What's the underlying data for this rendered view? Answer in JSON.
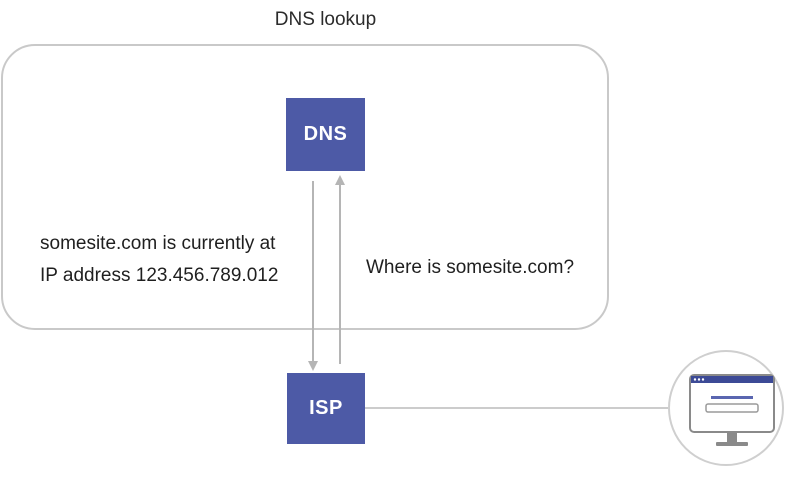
{
  "diagram": {
    "title": "DNS lookup",
    "nodes": {
      "dns": "DNS",
      "isp": "ISP"
    },
    "labels": {
      "response_line1": "somesite.com is currently at",
      "response_line2": "IP address 123.456.789.012",
      "query": "Where is somesite.com?"
    },
    "icons": {
      "computer": "computer-monitor-icon"
    },
    "colors": {
      "node_fill": "#4d5aa6",
      "arrow": "#b5b5b5",
      "box_border": "#c9c9c9",
      "screen_bar": "#3c4a96"
    }
  }
}
